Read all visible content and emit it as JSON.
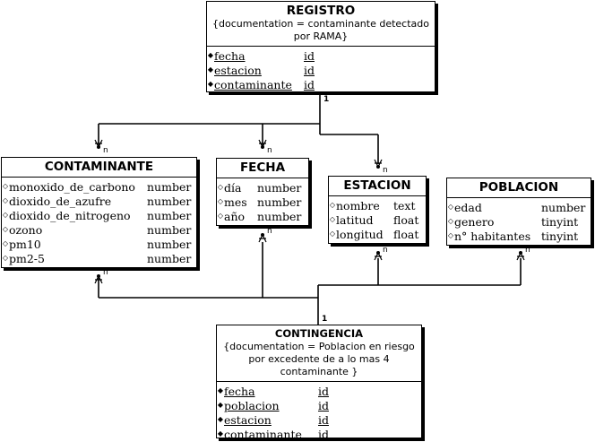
{
  "entities": {
    "registro": {
      "name": "REGISTRO",
      "doc": "{documentation = contaminante detectado por RAMA}",
      "attributes": [
        {
          "name": "fecha",
          "type": "id"
        },
        {
          "name": "estacion",
          "type": "id"
        },
        {
          "name": "contaminante",
          "type": "id"
        }
      ]
    },
    "contaminante": {
      "name": "CONTAMINANTE",
      "attributes": [
        {
          "name": "monoxido_de_carbono",
          "type": "number"
        },
        {
          "name": "dioxido_de_azufre",
          "type": "number"
        },
        {
          "name": "dioxido_de_nitrogeno",
          "type": "number"
        },
        {
          "name": "ozono",
          "type": "number"
        },
        {
          "name": "pm10",
          "type": "number"
        },
        {
          "name": "pm2-5",
          "type": "number"
        }
      ]
    },
    "fecha": {
      "name": "FECHA",
      "attributes": [
        {
          "name": "día",
          "type": "number"
        },
        {
          "name": "mes",
          "type": "number"
        },
        {
          "name": "año",
          "type": "number"
        }
      ]
    },
    "estacion": {
      "name": "ESTACION",
      "attributes": [
        {
          "name": "nombre",
          "type": "text"
        },
        {
          "name": "latitud",
          "type": "float"
        },
        {
          "name": "longitud",
          "type": "float"
        }
      ]
    },
    "poblacion": {
      "name": "POBLACION",
      "attributes": [
        {
          "name": "edad",
          "type": "number"
        },
        {
          "name": "genero",
          "type": "tinyint"
        },
        {
          "name": "n° habitantes",
          "type": "tinyint"
        }
      ]
    },
    "contingencia": {
      "name": "CONTINGENCIA",
      "doc": "{documentation = Poblacion en riesgo por excedente de a lo mas 4 contaminante }",
      "attributes": [
        {
          "name": "fecha",
          "type": "id"
        },
        {
          "name": "poblacion",
          "type": "id"
        },
        {
          "name": "estacion",
          "type": "id"
        },
        {
          "name": "contaminante",
          "type": "id"
        }
      ]
    }
  },
  "cardinality": {
    "one": "1",
    "many": "n"
  }
}
